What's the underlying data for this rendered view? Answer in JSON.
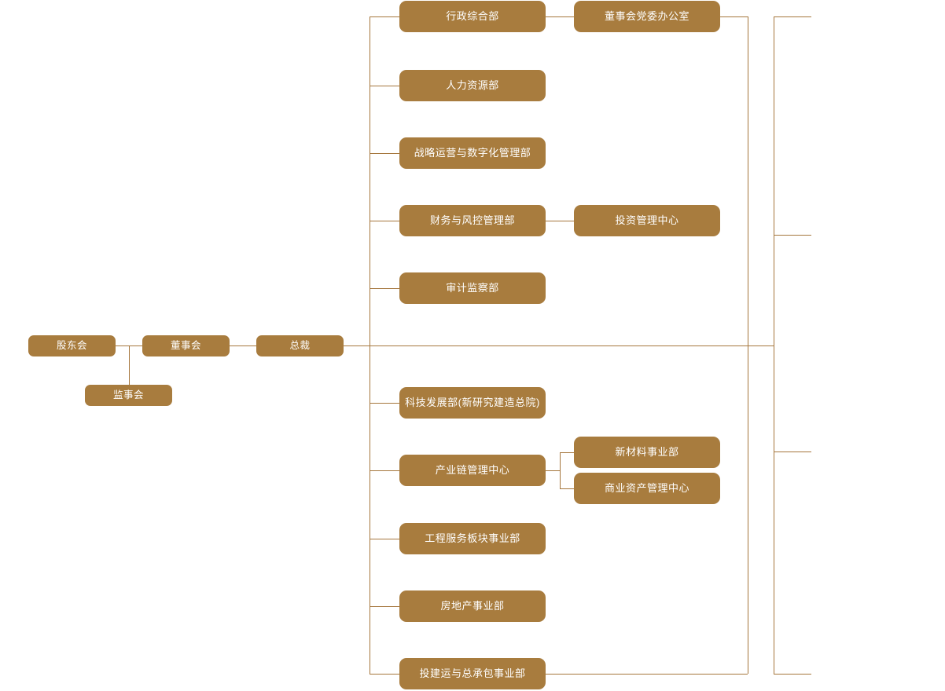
{
  "chart_data": {
    "type": "diagram",
    "title": "",
    "subtitle": "",
    "diagram_kind": "organization-chart",
    "orientation": "left-to-right",
    "palette": {
      "node_fill": "#a87c3e",
      "node_text": "#ffffff",
      "connector": "#a5763c",
      "background": "#ffffff"
    },
    "levels": [
      {
        "level": 1,
        "label": "governance",
        "nodes": [
          "股东会",
          "监事会"
        ]
      },
      {
        "level": 2,
        "label": "board",
        "nodes": [
          "董事会"
        ]
      },
      {
        "level": 3,
        "label": "executive",
        "nodes": [
          "总裁"
        ]
      },
      {
        "level": 4,
        "label": "functional-departments",
        "nodes": [
          "行政综合部",
          "人力资源部",
          "战略运营与数字化管理部",
          "财务与风控管理部",
          "审计监察部",
          "科技发展部(新研究建造总院)",
          "产业链管理中心",
          "工程服务板块事业部",
          "房地产事业部",
          "投建运与总承包事业部"
        ]
      },
      {
        "level": 5,
        "label": "sub-units",
        "nodes": [
          "董事会党委办公室",
          "投资管理中心",
          "新材料事业部",
          "商业资产管理中心"
        ]
      }
    ],
    "edges": [
      {
        "from": "股东会",
        "to": "董事会"
      },
      {
        "from": "股东会",
        "to": "监事会"
      },
      {
        "from": "董事会",
        "to": "总裁"
      },
      {
        "from": "总裁",
        "to": "行政综合部"
      },
      {
        "from": "总裁",
        "to": "人力资源部"
      },
      {
        "from": "总裁",
        "to": "战略运营与数字化管理部"
      },
      {
        "from": "总裁",
        "to": "财务与风控管理部"
      },
      {
        "from": "总裁",
        "to": "审计监察部"
      },
      {
        "from": "总裁",
        "to": "科技发展部(新研究建造总院)"
      },
      {
        "from": "总裁",
        "to": "产业链管理中心"
      },
      {
        "from": "总裁",
        "to": "工程服务板块事业部"
      },
      {
        "from": "总裁",
        "to": "房地产事业部"
      },
      {
        "from": "总裁",
        "to": "投建运与总承包事业部"
      },
      {
        "from": "行政综合部",
        "to": "董事会党委办公室"
      },
      {
        "from": "财务与风控管理部",
        "to": "投资管理中心"
      },
      {
        "from": "产业链管理中心",
        "to": "新材料事业部"
      },
      {
        "from": "产业链管理中心",
        "to": "商业资产管理中心"
      }
    ]
  },
  "nodes": {
    "shareholders_meeting": "股东会",
    "board_of_directors": "董事会",
    "supervisory_board": "监事会",
    "president": "总裁",
    "admin_general_dept": "行政综合部",
    "board_party_office": "董事会党委办公室",
    "human_resources_dept": "人力资源部",
    "strategy_ops_digital_dept": "战略运营与数字化管理部",
    "finance_risk_dept": "财务与风控管理部",
    "investment_mgmt_center": "投资管理中心",
    "audit_supervision_dept": "审计监察部",
    "tech_development_dept": "科技发展部(新研究建造总院)",
    "industry_chain_center": "产业链管理中心",
    "new_materials_division": "新材料事业部",
    "commercial_asset_center": "商业资产管理中心",
    "engineering_services_division": "工程服务板块事业部",
    "real_estate_division": "房地产事业部",
    "invest_build_operate_epc_division": "投建运与总承包事业部"
  }
}
